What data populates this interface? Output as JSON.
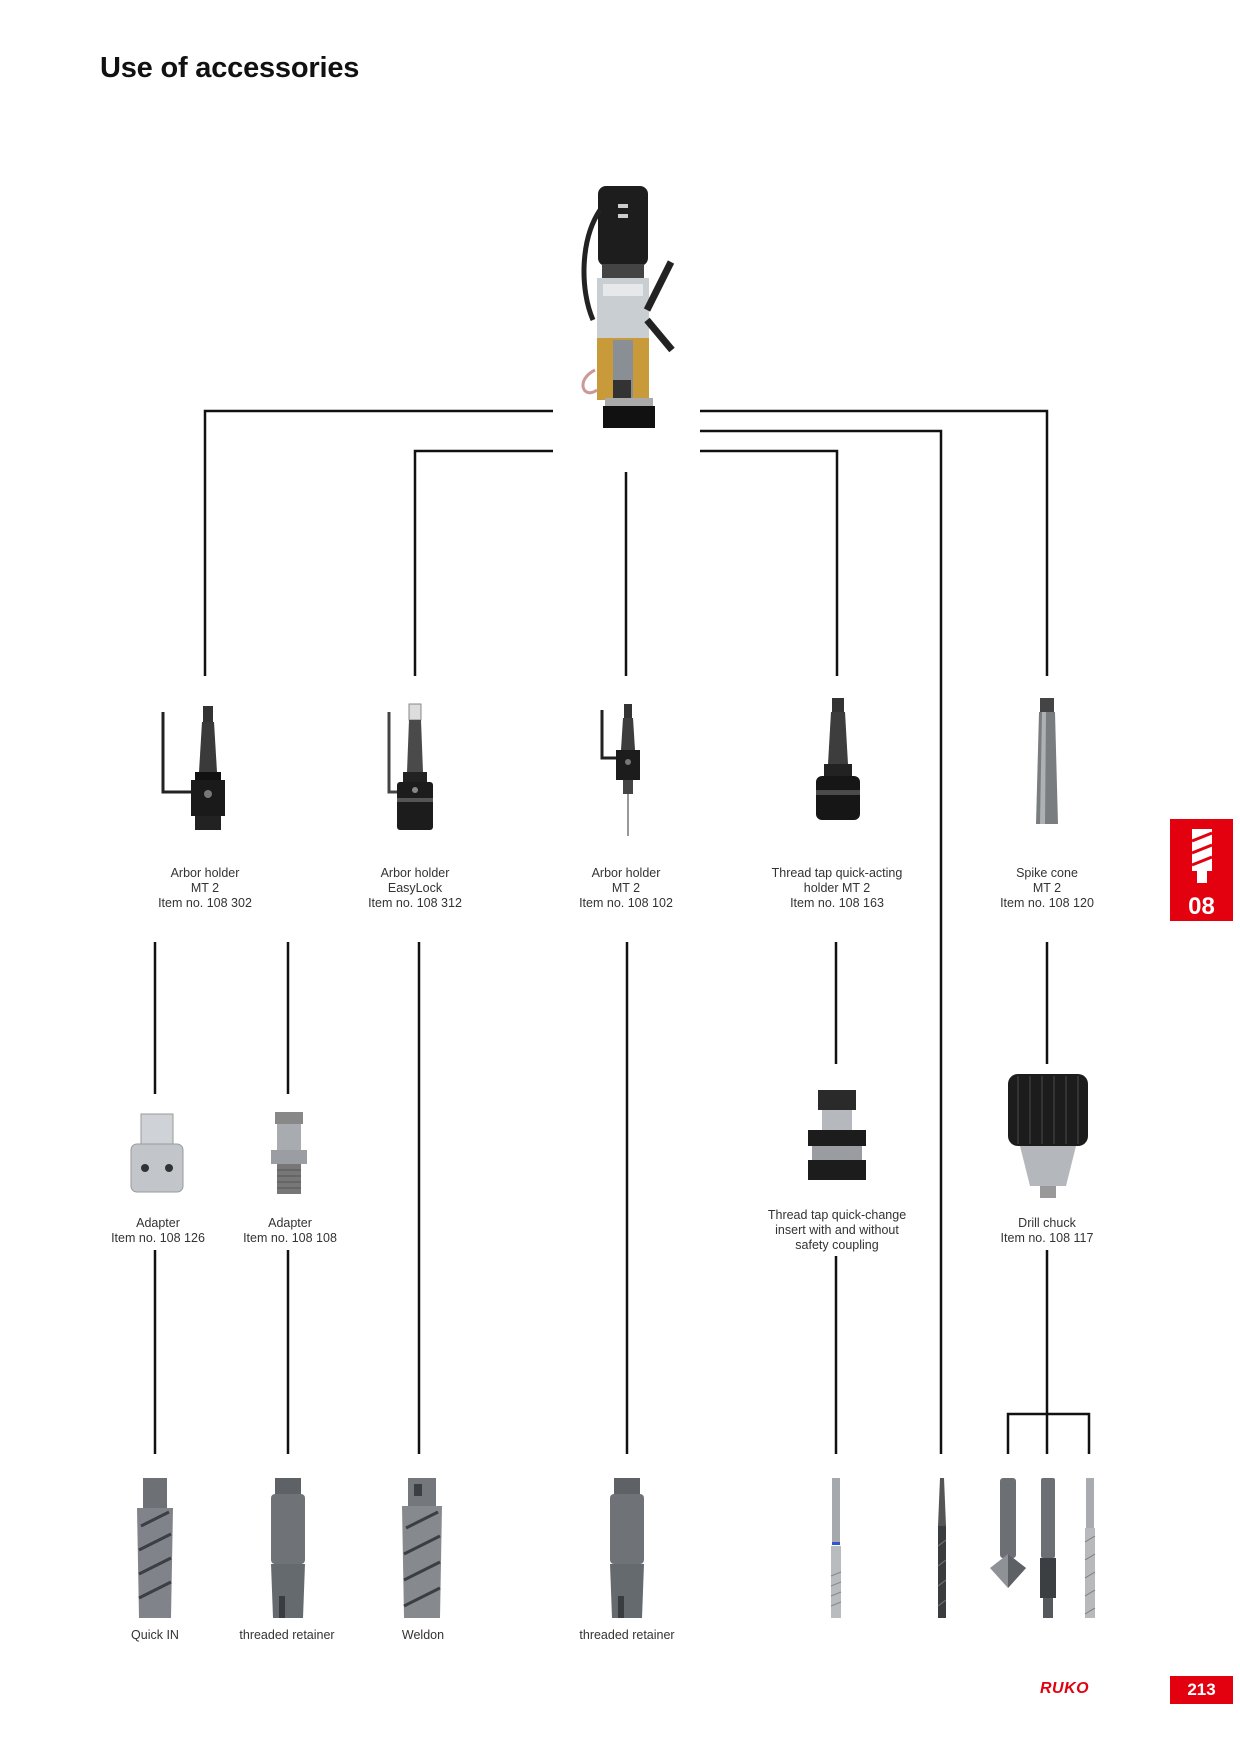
{
  "page": {
    "title": "Use of accessories",
    "section_number": "08",
    "brand": "RUKO",
    "page_number": "213"
  },
  "colors": {
    "accent": "#e3000f",
    "lines": "#111111"
  },
  "holders": [
    {
      "line1": "Arbor holder",
      "line2": "MT 2",
      "line3": "Item no. 108 302"
    },
    {
      "line1": "Arbor holder",
      "line2": "EasyLock",
      "line3": "Item no. 108 312"
    },
    {
      "line1": "Arbor holder",
      "line2": "MT 2",
      "line3": "Item no. 108 102"
    },
    {
      "line1": "Thread tap quick-acting",
      "line2": "holder MT 2",
      "line3": "Item no. 108 163"
    },
    {
      "line1": "Spike cone",
      "line2": "MT 2",
      "line3": "Item no. 108 120"
    }
  ],
  "mid_items": [
    {
      "line1": "Adapter",
      "line2": "Item no. 108 126",
      "line3": ""
    },
    {
      "line1": "Adapter",
      "line2": "Item no. 108 108",
      "line3": ""
    },
    {
      "line1": "Thread tap quick-change",
      "line2": "insert with  and  without",
      "line3": "safety coupling"
    },
    {
      "line1": "Drill chuck",
      "line2": "Item no. 108 117",
      "line3": ""
    }
  ],
  "bottom_labels": [
    "Quick IN",
    "threaded retainer",
    "Weldon",
    "threaded retainer"
  ]
}
